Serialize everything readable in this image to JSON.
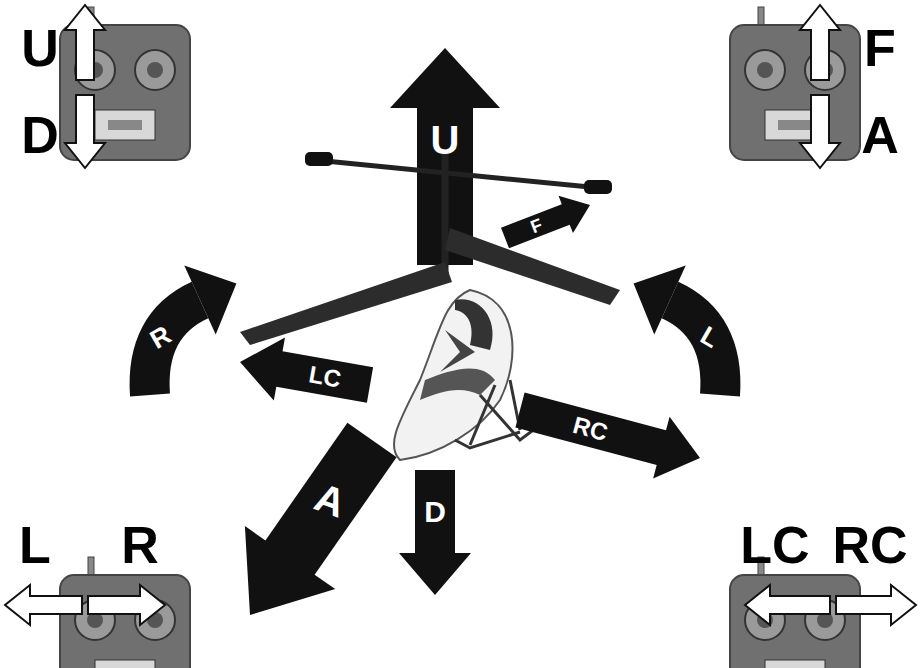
{
  "diagram": {
    "labels": [
      "U",
      "F",
      "D",
      "A",
      "U",
      "F",
      "R",
      "L",
      "LC",
      "RC",
      "A",
      "D",
      "L",
      "R",
      "LC",
      "RC"
    ]
  }
}
